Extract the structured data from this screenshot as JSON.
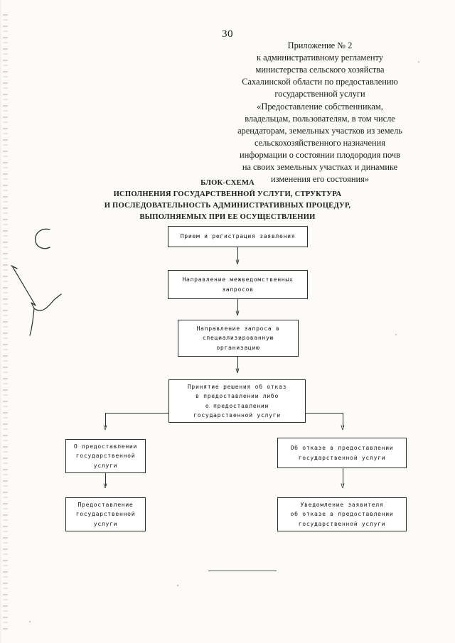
{
  "page": {
    "number": "30"
  },
  "header": {
    "lines": [
      "Приложение № 2",
      "к административному регламенту",
      "министерства сельского хозяйства",
      "Сахалинской области по предоставлению",
      "государственной услуги",
      "«Предоставление собственникам,",
      "владельцам, пользователям, в том числе",
      "арендаторам, земельных участков из земель",
      "сельскохозяйственного назначения",
      "информации о состоянии плодородия почв",
      "на своих земельных участках и динамике",
      "изменения его состояния»"
    ]
  },
  "title": {
    "lines": [
      "БЛОК-СХЕМА",
      "ИСПОЛНЕНИЯ ГОСУДАРСТВЕННОЙ УСЛУГИ, СТРУКТУРА",
      "И ПОСЛЕДОВАТЕЛЬНОСТЬ АДМИНИСТРАТИВНЫХ ПРОЦЕДУР,",
      "ВЫПОЛНЯЕМЫХ ПРИ ЕЕ ОСУЩЕСТВЛЕНИИ"
    ]
  },
  "flowchart": {
    "type": "flowchart",
    "arrow_glyph": "V",
    "nodes": [
      {
        "id": "node-intake",
        "text": "Прием и регистрация заявления",
        "lines": [
          "Прием и регистрация заявления"
        ]
      },
      {
        "id": "node-interagency-requests",
        "text": "Направление межведомственных запросов",
        "lines": [
          "Направление межведомственных",
          "запросов"
        ]
      },
      {
        "id": "node-specialized-request",
        "text": "Направление запроса в специализированную организацию",
        "lines": [
          "Направление запроса в",
          "специализированную",
          "организацию"
        ]
      },
      {
        "id": "node-decision",
        "text": "Принятие решения об отказ в предоставлении либо о предоставлении государственной услуги",
        "lines": [
          "Принятие решения об отказ",
          "в предоставлении либо",
          "о предоставлении",
          "государственной услуги"
        ]
      },
      {
        "id": "node-grant-decision",
        "text": "О предоставлении государственной услуги",
        "lines": [
          "О предоставлении",
          "государственной",
          "услуги"
        ]
      },
      {
        "id": "node-refusal-decision",
        "text": "Об отказе в предоставлении государственной услуги",
        "lines": [
          "Об отказе в предоставлении",
          "государственной услуги"
        ]
      },
      {
        "id": "node-grant-service",
        "text": "Предоставление государственной услуги",
        "lines": [
          "Предоставление",
          "государственной",
          "услуги"
        ]
      },
      {
        "id": "node-refusal-notice",
        "text": "Уведомление заявителя об отказе в предоставлении государственной услуги",
        "lines": [
          "Уведомление заявителя",
          "об отказе в предоставлении",
          "государственной услуги"
        ]
      }
    ]
  },
  "colors": {
    "ink": "#1a1a1a",
    "line": "#2b2b2b",
    "paper": "#fcfbf8"
  }
}
